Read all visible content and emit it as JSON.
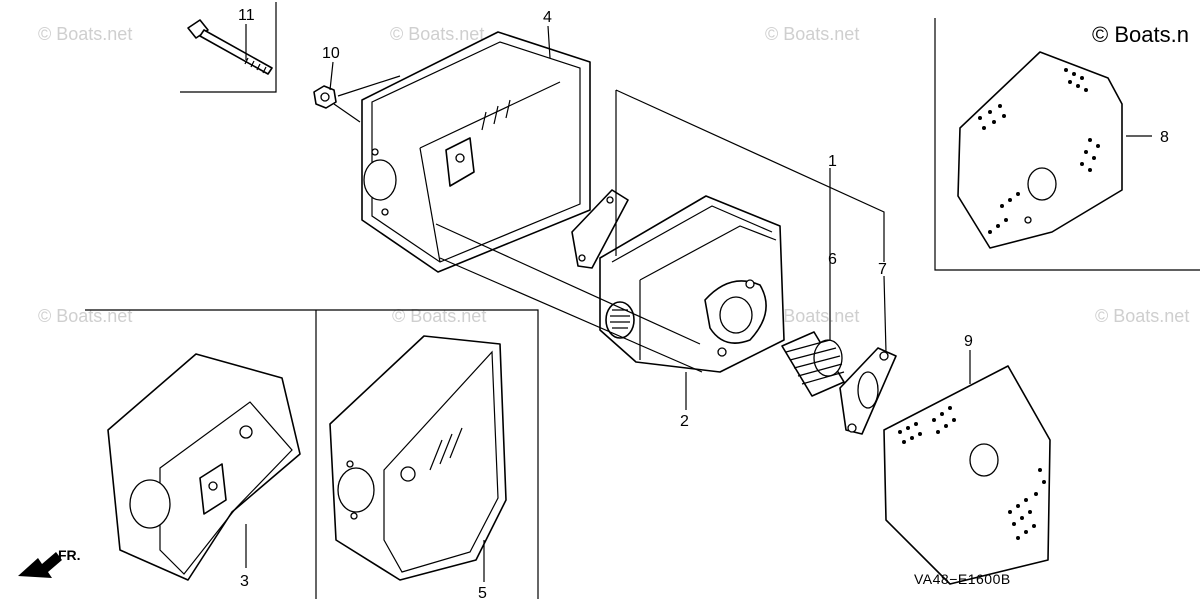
{
  "diagram": {
    "watermark": "© Boats.net",
    "copyright_corner": "© Boats.n",
    "code": "VA48−E1600B",
    "direction_label": "FR.",
    "callouts": [
      "1",
      "2",
      "3",
      "4",
      "5",
      "6",
      "7",
      "8",
      "9",
      "10",
      "11"
    ]
  }
}
